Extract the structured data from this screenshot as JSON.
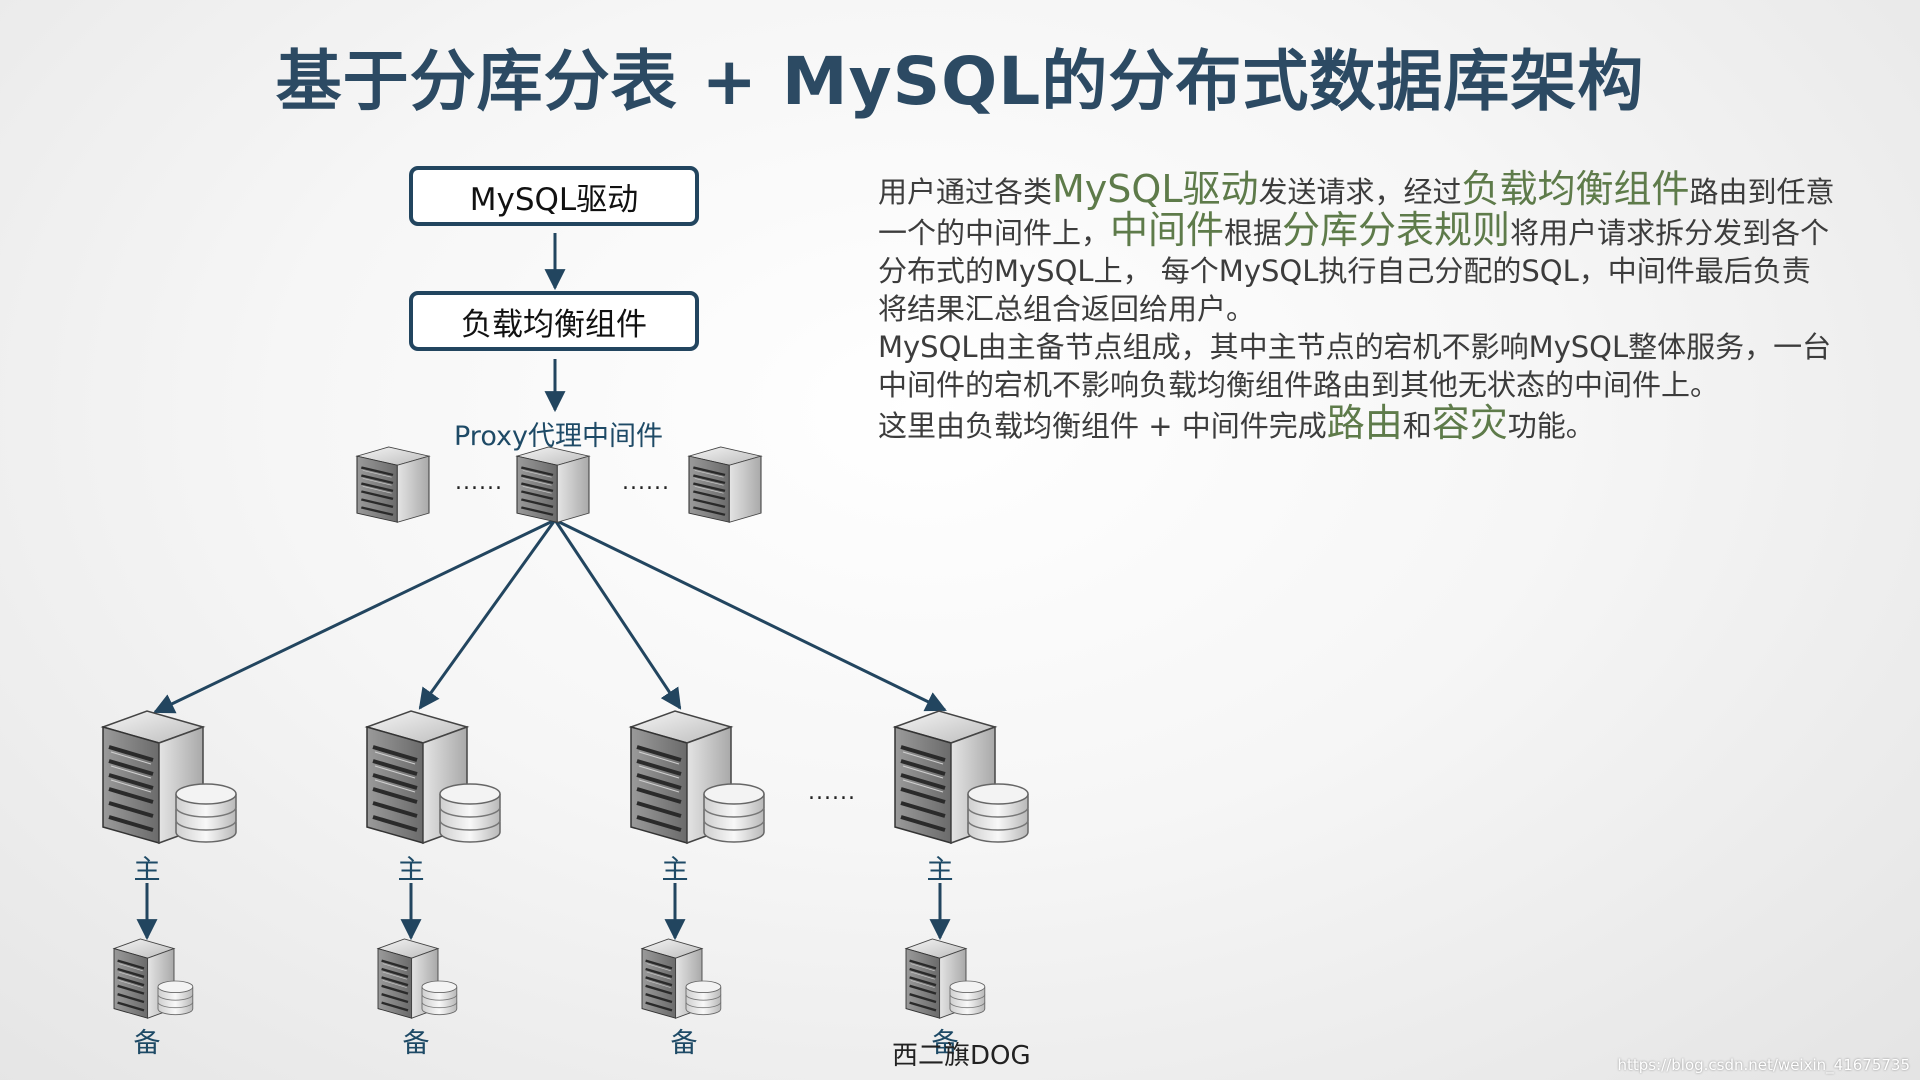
{
  "title": "基于分库分表 + MySQL的分布式数据库架构",
  "boxes": {
    "driver": "MySQL驱动",
    "lb": "负载均衡组件"
  },
  "proxy_label": "Proxy代理中间件",
  "ellipsis": "......",
  "master_label": "主",
  "backup_label": "备",
  "description": {
    "p1": [
      {
        "t": "用户通过各类",
        "h": false
      },
      {
        "t": "MySQL驱动",
        "h": true
      },
      {
        "t": "发送请求，经过",
        "h": false
      },
      {
        "t": "负载均衡组件",
        "h": true
      },
      {
        "t": "路由到任意一个的中间件上，",
        "h": false
      },
      {
        "t": "中间件",
        "h": true
      },
      {
        "t": "根据",
        "h": false
      },
      {
        "t": "分库分表规则",
        "h": true
      },
      {
        "t": "将用户请求拆分发到各个分布式的MySQL上， 每个MySQL执行自己分配的SQL，中间件最后负责将结果汇总组合返回给用户。",
        "h": false
      }
    ],
    "p2": "MySQL由主备节点组成，其中主节点的宕机不影响MySQL整体服务，一台中间件的宕机不影响负载均衡组件路由到其他无状态的中间件上。",
    "p3": [
      {
        "t": "这里由负载均衡组件 + 中间件完成",
        "h": false
      },
      {
        "t": "路由",
        "h": true
      },
      {
        "t": "和",
        "h": false
      },
      {
        "t": "容灾",
        "h": true
      },
      {
        "t": "功能。",
        "h": false
      }
    ]
  },
  "watermark": "西二旗DOG",
  "url": "https://blog.csdn.net/weixin_41675735",
  "colors": {
    "title": "#2c4a63",
    "highlight": "#5e7b4a",
    "arrow": "#22455f",
    "box_border": "#22455f"
  },
  "icons": [
    "server-icon",
    "database-icon",
    "arrow-icon"
  ]
}
